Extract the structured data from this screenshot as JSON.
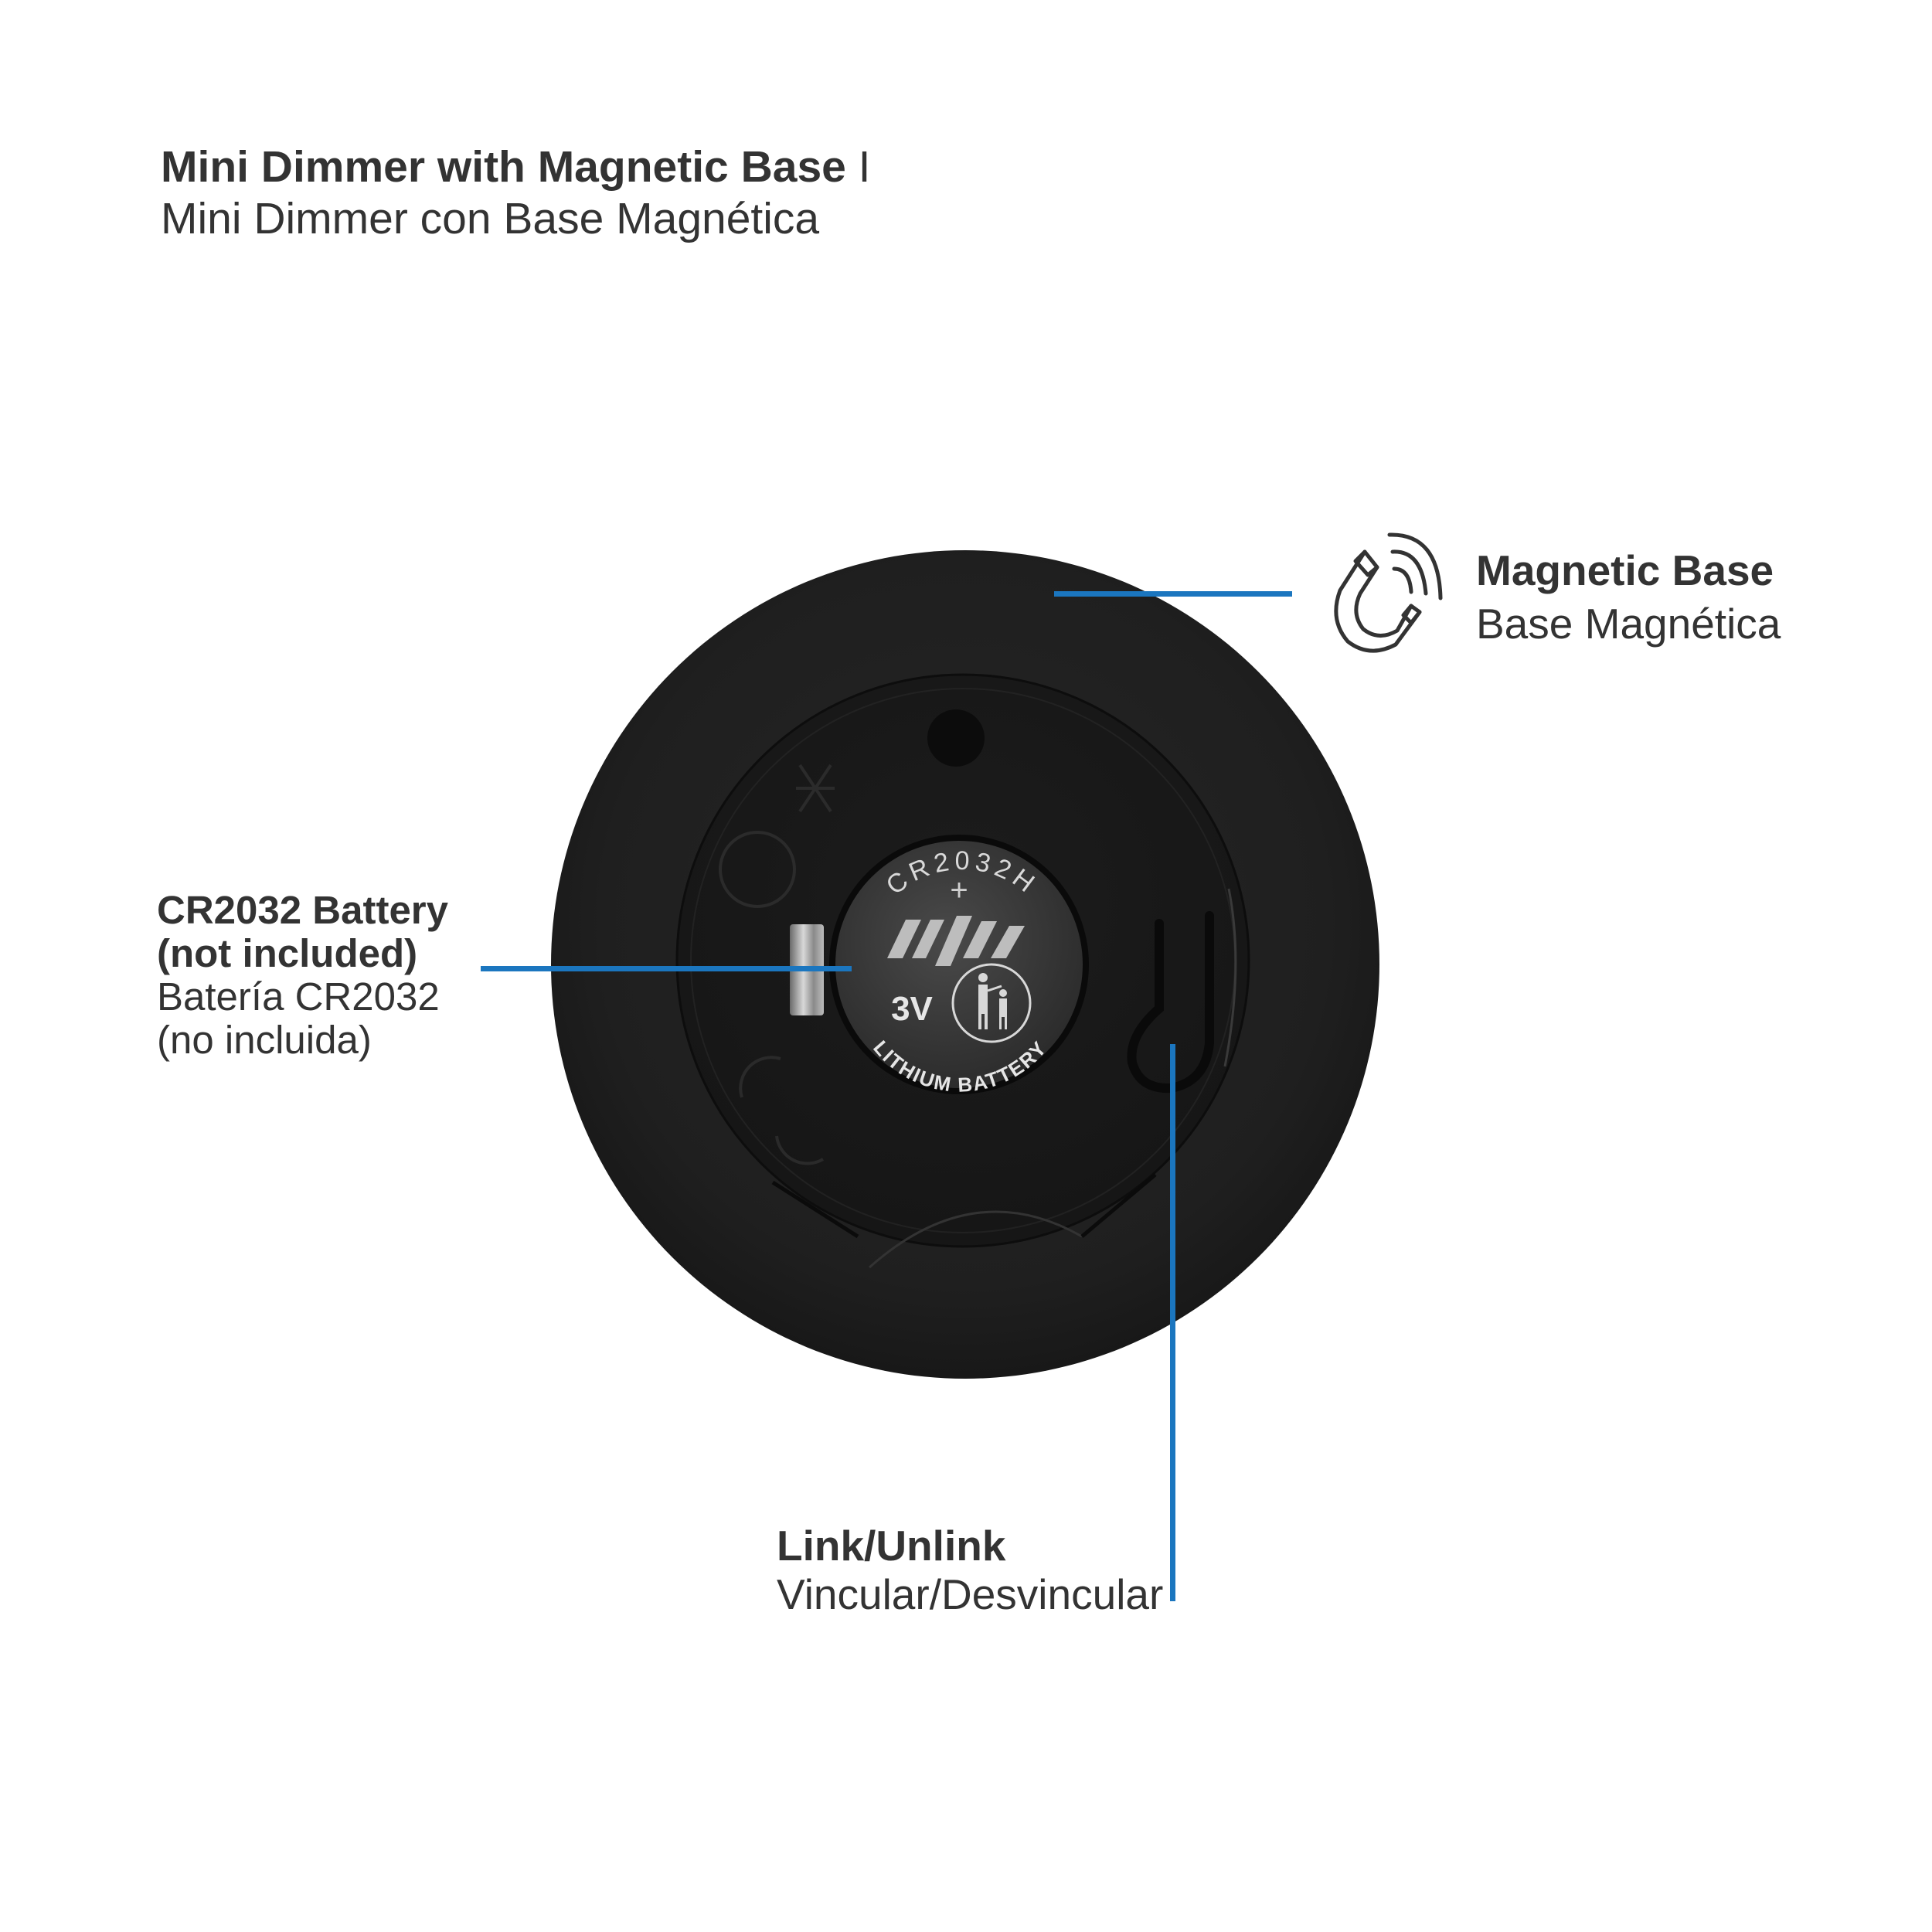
{
  "header": {
    "title_en": "Mini Dimmer with Magnetic Base",
    "separator": " I",
    "title_es": "Mini Dimmer con Base Magnética"
  },
  "callouts": {
    "magnetic_base": {
      "label_en": "Magnetic Base",
      "label_es": "Base Magnética",
      "icon": "magnet-icon"
    },
    "battery": {
      "label_en": "CR2032 Battery (not included)",
      "label_es": "Batería CR2032 (no incluida)"
    },
    "link": {
      "label_en": "Link/Unlink",
      "label_es": "Vincular/Desvincular"
    }
  },
  "device": {
    "battery_text": {
      "model": "CR2032H",
      "polarity": "+",
      "voltage": "3V",
      "type": "LITHIUM BATTERY"
    }
  },
  "colors": {
    "leader_line": "#1b76bf",
    "text": "#333333",
    "device_body": "#1e1e1e"
  }
}
